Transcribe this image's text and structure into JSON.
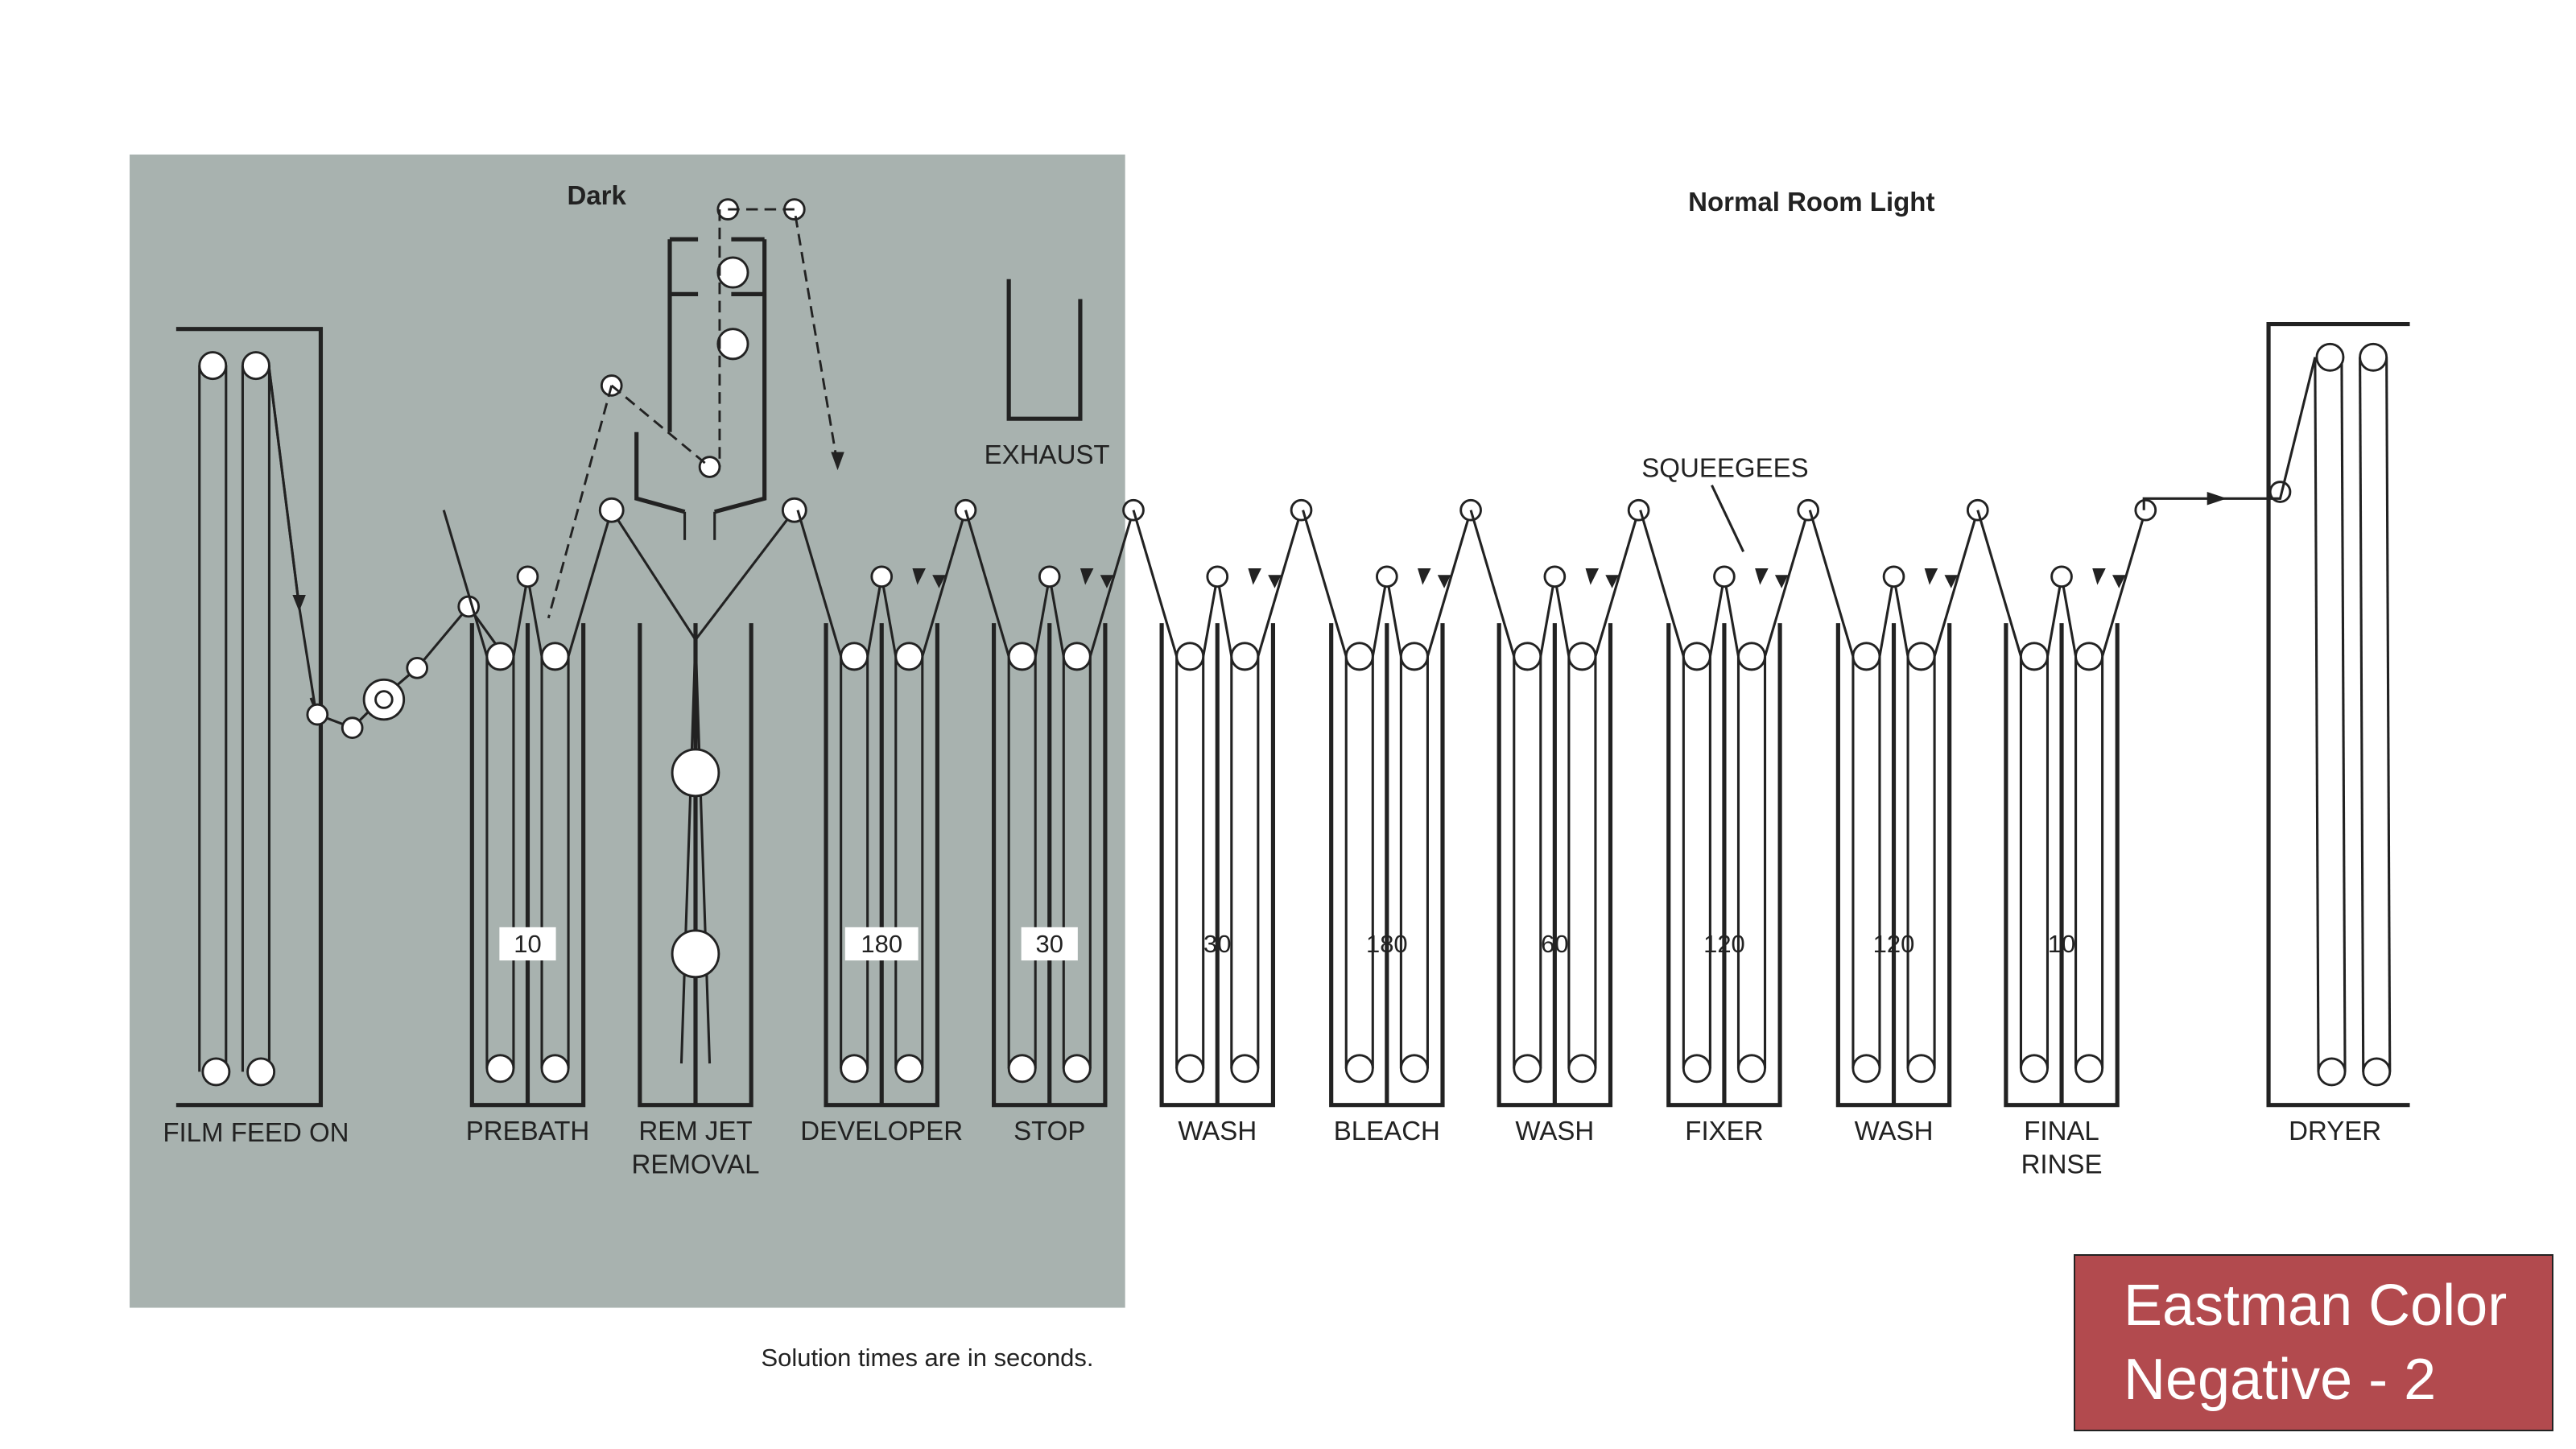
{
  "zones": {
    "dark": "Dark",
    "light": "Normal Room Light"
  },
  "callouts": {
    "exhaust": "EXHAUST",
    "squeegees": "SQUEEGEES"
  },
  "stations": {
    "feed": "FILM FEED ON",
    "dryer": "DRYER"
  },
  "tanks": [
    {
      "label": [
        "PREBATH"
      ],
      "time": "10",
      "dark": true
    },
    {
      "label": [
        "REM JET",
        "REMOVAL"
      ],
      "time": null,
      "dark": true
    },
    {
      "label": [
        "DEVELOPER"
      ],
      "time": "180",
      "dark": true
    },
    {
      "label": [
        "STOP"
      ],
      "time": "30",
      "dark": true
    },
    {
      "label": [
        "WASH"
      ],
      "time": "30",
      "dark": false
    },
    {
      "label": [
        "BLEACH"
      ],
      "time": "180",
      "dark": false
    },
    {
      "label": [
        "WASH"
      ],
      "time": "60",
      "dark": false
    },
    {
      "label": [
        "FIXER"
      ],
      "time": "120",
      "dark": false
    },
    {
      "label": [
        "WASH"
      ],
      "time": "120",
      "dark": false
    },
    {
      "label": [
        "FINAL",
        "RINSE"
      ],
      "time": "10",
      "dark": false
    }
  ],
  "footnote": "Solution times are in seconds.",
  "badge": {
    "line1": "Eastman Color",
    "line2": "Negative - 2",
    "color": "#b24a4e"
  },
  "colors": {
    "dark_area": "#a8b2af"
  }
}
